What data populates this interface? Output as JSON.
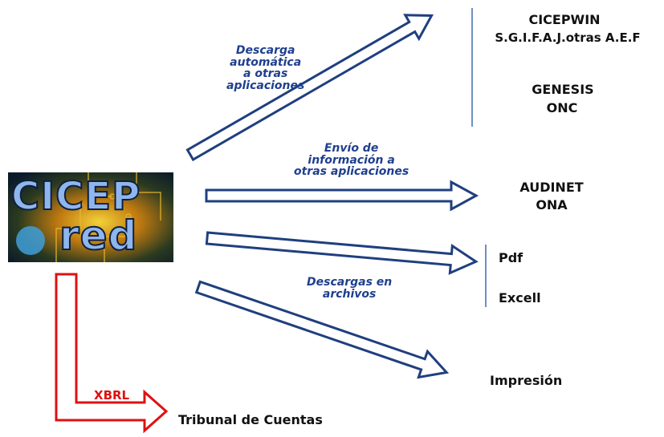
{
  "logo": {
    "line1": "CICEP",
    "line2": "red"
  },
  "labels": {
    "descarga_auto": [
      "Descarga",
      "automática",
      "a otras",
      "aplicaciones"
    ],
    "envio": [
      "Envío de",
      "información a",
      "otras aplicaciones"
    ],
    "descargas_archivos": [
      "Descargas en",
      "archivos"
    ],
    "xbrl": "XBRL"
  },
  "destinations": {
    "cicepwin": "CICEPWIN",
    "sgif": "S.G.I.F.A.J.otras A.E.F",
    "genesis": "GENESIS",
    "onc": "ONC",
    "audinet": "AUDINET",
    "ona": "ONA",
    "pdf": "Pdf",
    "excel": "Excell",
    "impresion": "Impresión",
    "tribunal": "Tribunal de Cuentas"
  },
  "colors": {
    "arrow_outline": "#1f3f7f",
    "arrow_fill": "#ffffff",
    "xbrl": "#e01010",
    "label_blue": "#1f3f8f"
  }
}
